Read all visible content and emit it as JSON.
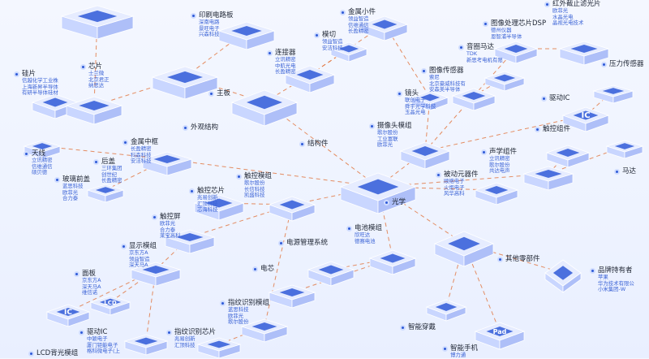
{
  "nodes": [
    {
      "id": "n0",
      "title": "",
      "sub": []
    },
    {
      "id": "n1",
      "title": "印刷电路板",
      "sub": [
        "深南电路",
        "景旺电子",
        "兴森科技"
      ]
    },
    {
      "id": "n2",
      "title": "金属小件",
      "sub": [
        "领益智造",
        "信维通信",
        "长盈精密"
      ]
    },
    {
      "id": "n3",
      "title": "红外截止滤光片",
      "sub": [
        "欧菲光",
        "水晶光电",
        "晶视光电技术"
      ]
    },
    {
      "id": "n4",
      "title": "图像处理芯片DSP",
      "sub": [
        "德州仪器",
        "恩智浦半导体"
      ]
    },
    {
      "id": "n5",
      "title": "音圈马达",
      "sub": [
        "TDK",
        "新思考电机有限"
      ]
    },
    {
      "id": "n6",
      "title": "压力传感器",
      "sub": []
    },
    {
      "id": "n7",
      "title": "硅片",
      "sub": [
        "信越化学工业株",
        "上海新昇半导体",
        "有研半导体硅材"
      ]
    },
    {
      "id": "n8",
      "title": "芯片",
      "sub": [
        "士兰微",
        "北京君正",
        "纳思达"
      ]
    },
    {
      "id": "n9",
      "title": "连接器",
      "sub": [
        "立讯精密",
        "中航光电",
        "长盈精密"
      ]
    },
    {
      "id": "n10",
      "title": "模切",
      "sub": [
        "领益智造",
        "安洁科技"
      ]
    },
    {
      "id": "n11",
      "title": "图像传感器",
      "sub": [
        "索尼",
        "北京豪威科技有",
        "安森美半导体"
      ]
    },
    {
      "id": "n12",
      "title": "镜头",
      "sub": [
        "联创电子",
        "舜宇光学科技",
        "玉晶光电"
      ]
    },
    {
      "id": "n13",
      "title": "驱动IC",
      "sub": []
    },
    {
      "id": "n14",
      "title": "主板",
      "sub": []
    },
    {
      "id": "n15",
      "title": "外观结构",
      "sub": []
    },
    {
      "id": "n16",
      "title": "摄像头模组",
      "sub": [
        "歌尔股份",
        "工业富联",
        "欧菲光"
      ]
    },
    {
      "id": "n17",
      "title": "触控组件",
      "sub": []
    },
    {
      "id": "n18",
      "title": "结构件",
      "sub": []
    },
    {
      "id": "n19",
      "title": "金属中框",
      "sub": [
        "长盈精密",
        "科森科技",
        "安洁科技"
      ]
    },
    {
      "id": "n20",
      "title": "天线",
      "sub": [
        "立讯精密",
        "信维通信",
        "硕贝德"
      ]
    },
    {
      "id": "n21",
      "title": "后盖",
      "sub": [
        "三环集团",
        "创世纪",
        "长盈精密"
      ]
    },
    {
      "id": "n22",
      "title": "玻璃前盖",
      "sub": [
        "蓝思科技",
        "欧菲光",
        "合力泰"
      ]
    },
    {
      "id": "n23",
      "title": "触控芯片",
      "sub": [
        "兆易创新",
        "汇顶科技",
        "芯海科技"
      ]
    },
    {
      "id": "n24",
      "title": "触控模组",
      "sub": [
        "歌尔股份",
        "长信科技",
        "凯盛科技"
      ]
    },
    {
      "id": "n25",
      "title": "声学组件",
      "sub": [
        "立讯精密",
        "歌尔股份",
        "共达电声"
      ]
    },
    {
      "id": "n26",
      "title": "被动元器件",
      "sub": [
        "顺络电子",
        "火炬电子",
        "风华高科"
      ]
    },
    {
      "id": "n27",
      "title": "马达",
      "sub": []
    },
    {
      "id": "n28",
      "title": "光学",
      "sub": []
    },
    {
      "id": "n29",
      "title": "触控屏",
      "sub": [
        "欧菲光",
        "合力泰",
        "莱宝高科"
      ]
    },
    {
      "id": "n30",
      "title": "显示模组",
      "sub": [
        "京东方A",
        "领益智造",
        "深天马A"
      ]
    },
    {
      "id": "n31",
      "title": "电池模组",
      "sub": [
        "欣旺达",
        "德赛电池"
      ]
    },
    {
      "id": "n32",
      "title": "电源管理系统",
      "sub": []
    },
    {
      "id": "n33",
      "title": "其他零部件",
      "sub": []
    },
    {
      "id": "n34",
      "title": "电芯",
      "sub": []
    },
    {
      "id": "n35",
      "title": "品牌持有者",
      "sub": [
        "苹果",
        "华为技术有限公",
        "小米集团-W"
      ]
    },
    {
      "id": "n36",
      "title": "面板",
      "sub": [
        "京东方A",
        "深天马A",
        "维信诺"
      ]
    },
    {
      "id": "n37",
      "title": "指纹识别模组",
      "sub": [
        "蓝思科技",
        "欧菲光",
        "歌尔股份"
      ]
    },
    {
      "id": "n38",
      "title": "智能穿戴",
      "sub": []
    },
    {
      "id": "n39",
      "title": "驱动IC",
      "sub": [
        "中颖电子",
        "厦门钜能电子",
        "格科微电子(上"
      ]
    },
    {
      "id": "n40",
      "title": "指纹识别芯片",
      "sub": [
        "兆易创新",
        "汇顶科技"
      ]
    },
    {
      "id": "n41",
      "title": "LCD背光模组",
      "sub": []
    },
    {
      "id": "n42",
      "title": "智能手机",
      "sub": [
        "博力通"
      ]
    }
  ],
  "icons": {
    "lcd": "LCD",
    "ic": "IC",
    "pad": "Pad"
  },
  "colors": {
    "line": "#e06a2e",
    "accent": "#3b63d6",
    "node": "#2f5bd8",
    "cube_top": "#e6ecff",
    "cube_left": "#c9d6ff",
    "cube_right": "#aebff8"
  }
}
